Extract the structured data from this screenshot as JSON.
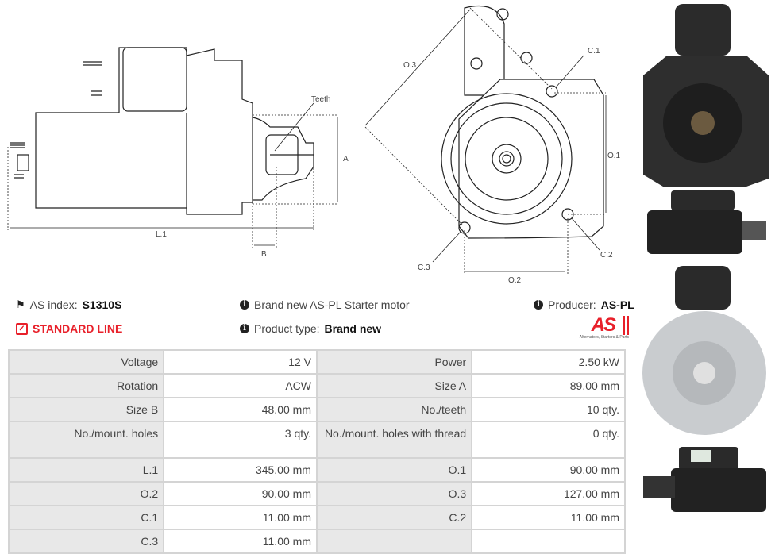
{
  "drawing": {
    "labels": {
      "teeth": "Teeth",
      "a": "A",
      "b": "B",
      "l1": "L.1",
      "o1": "O.1",
      "o2": "O.2",
      "o3": "O.3",
      "c1": "C.1",
      "c2": "C.2",
      "c3": "C.3"
    }
  },
  "info": {
    "as_index_label": "AS index:",
    "as_index": "S1310S",
    "line": "STANDARD LINE",
    "description": "Brand new AS-PL Starter motor",
    "product_type_label": "Product type:",
    "product_type": "Brand new",
    "producer_label": "Producer:",
    "producer": "AS-PL",
    "logo_text": "AS",
    "logo_tagline": "Alternators, Starters & Parts"
  },
  "colors": {
    "accent": "#e8202a",
    "cell_label_bg": "#e8e8e8",
    "border": "#d4d4d4"
  },
  "specs": [
    [
      "Voltage",
      "12 V",
      "Power",
      "2.50 kW"
    ],
    [
      "Rotation",
      "ACW",
      "Size A",
      "89.00 mm"
    ],
    [
      "Size B",
      "48.00 mm",
      "No./teeth",
      "10 qty."
    ],
    [
      "No./mount. holes",
      "3 qty.",
      "No./mount. holes with thread",
      "0 qty."
    ],
    [
      "L.1",
      "345.00 mm",
      "O.1",
      "90.00 mm"
    ],
    [
      "O.2",
      "90.00 mm",
      "O.3",
      "127.00 mm"
    ],
    [
      "C.1",
      "11.00 mm",
      "C.2",
      "11.00 mm"
    ],
    [
      "C.3",
      "11.00 mm",
      "",
      ""
    ]
  ]
}
